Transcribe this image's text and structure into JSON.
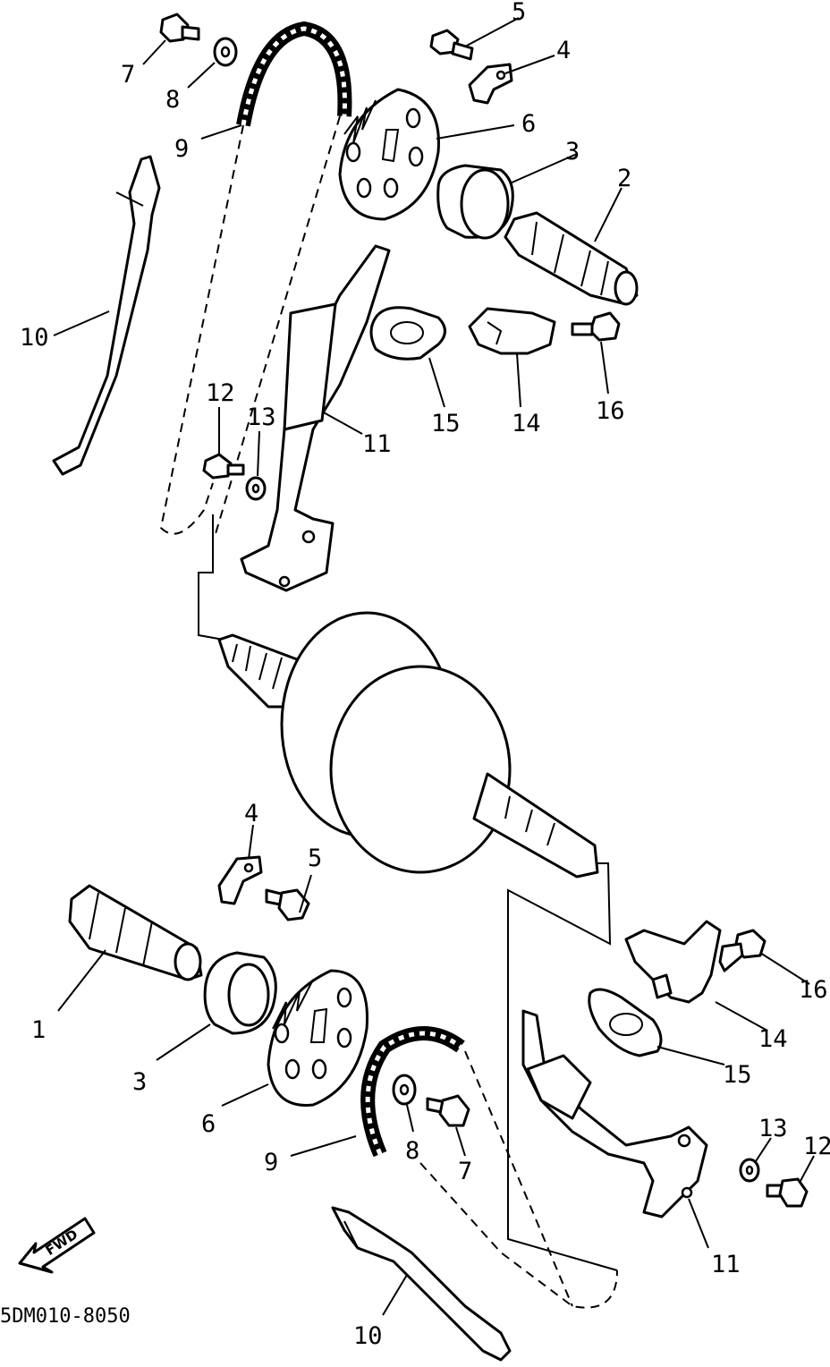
{
  "diagram": {
    "code": "5DM010-8050",
    "fwd_label": "FWD",
    "callouts": {
      "c1": "1",
      "c2": "2",
      "c3a": "3",
      "c3b": "3",
      "c4a": "4",
      "c4b": "4",
      "c5a": "5",
      "c5b": "5",
      "c6a": "6",
      "c6b": "6",
      "c7a": "7",
      "c7b": "7",
      "c8a": "8",
      "c8b": "8",
      "c9a": "9",
      "c9b": "9",
      "c10a": "10",
      "c10b": "10",
      "c11a": "11",
      "c11b": "11",
      "c12a": "12",
      "c12b": "12",
      "c13a": "13",
      "c13b": "13",
      "c14a": "14",
      "c14b": "14",
      "c15a": "15",
      "c15b": "15",
      "c16a": "16",
      "c16b": "16"
    }
  }
}
